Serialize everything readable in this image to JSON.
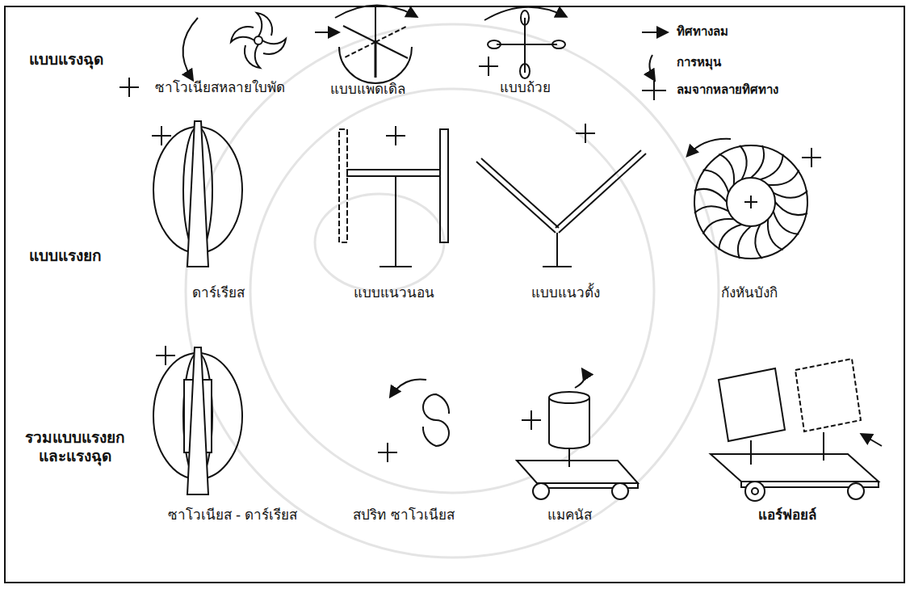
{
  "diagram": {
    "labels": [
      "แบบแรงฉุด",
      "ซาโวเนียสหลายใบพัด",
      "แบบแพดเดิล",
      "แบบถ้วย",
      "แบบแรงยก",
      "ดาร์เรียส",
      "แบบแนวนอน",
      "แบบแนวตั้ง",
      "กังหันบังกิ",
      "รวมแบบแรงยก และแรงฉุด",
      "ซาโวเนียส - ดาร์เรียส",
      "สปริท ซาโวเนียส",
      "แมคนัส",
      "แอร์ฟอยล์"
    ],
    "legend": [
      {
        "text": "ทิศทางลม"
      },
      {
        "text": "การหมุน"
      },
      {
        "text": "ลมจากหลายทิศทาง"
      }
    ]
  }
}
